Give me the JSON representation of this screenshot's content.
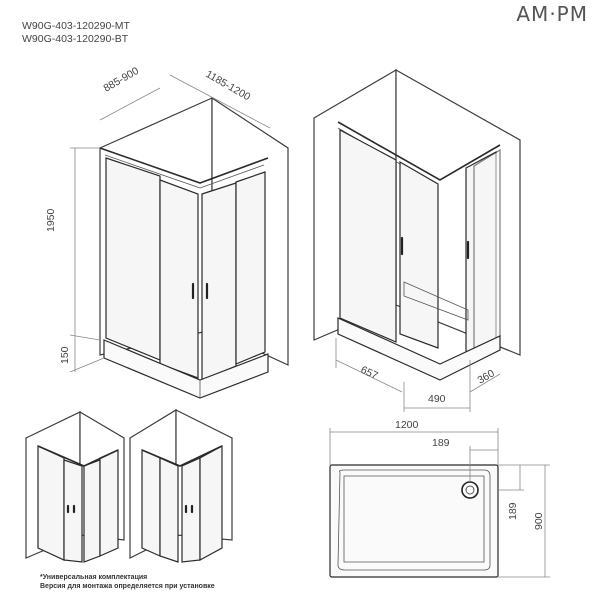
{
  "brand": {
    "logo_text": "AM·PM"
  },
  "models": [
    "W90G-403-120290-MT",
    "W90G-403-120290-BT"
  ],
  "dimensions": {
    "depth_range": "885-900",
    "width_range": "1185-1200",
    "height": "1950",
    "tray_height": "150",
    "door_depth": "657",
    "door_width": "490",
    "side_opening": "360",
    "tray_width": "1200",
    "drain_offset_x": "189",
    "drain_offset_y": "189",
    "tray_depth": "900"
  },
  "note": {
    "line1": "*Универсальная комплектация",
    "line2": "Версия для монтажа определяется при установке"
  },
  "colors": {
    "line": "#2a2a2a",
    "text": "#444444",
    "background": "#ffffff"
  }
}
